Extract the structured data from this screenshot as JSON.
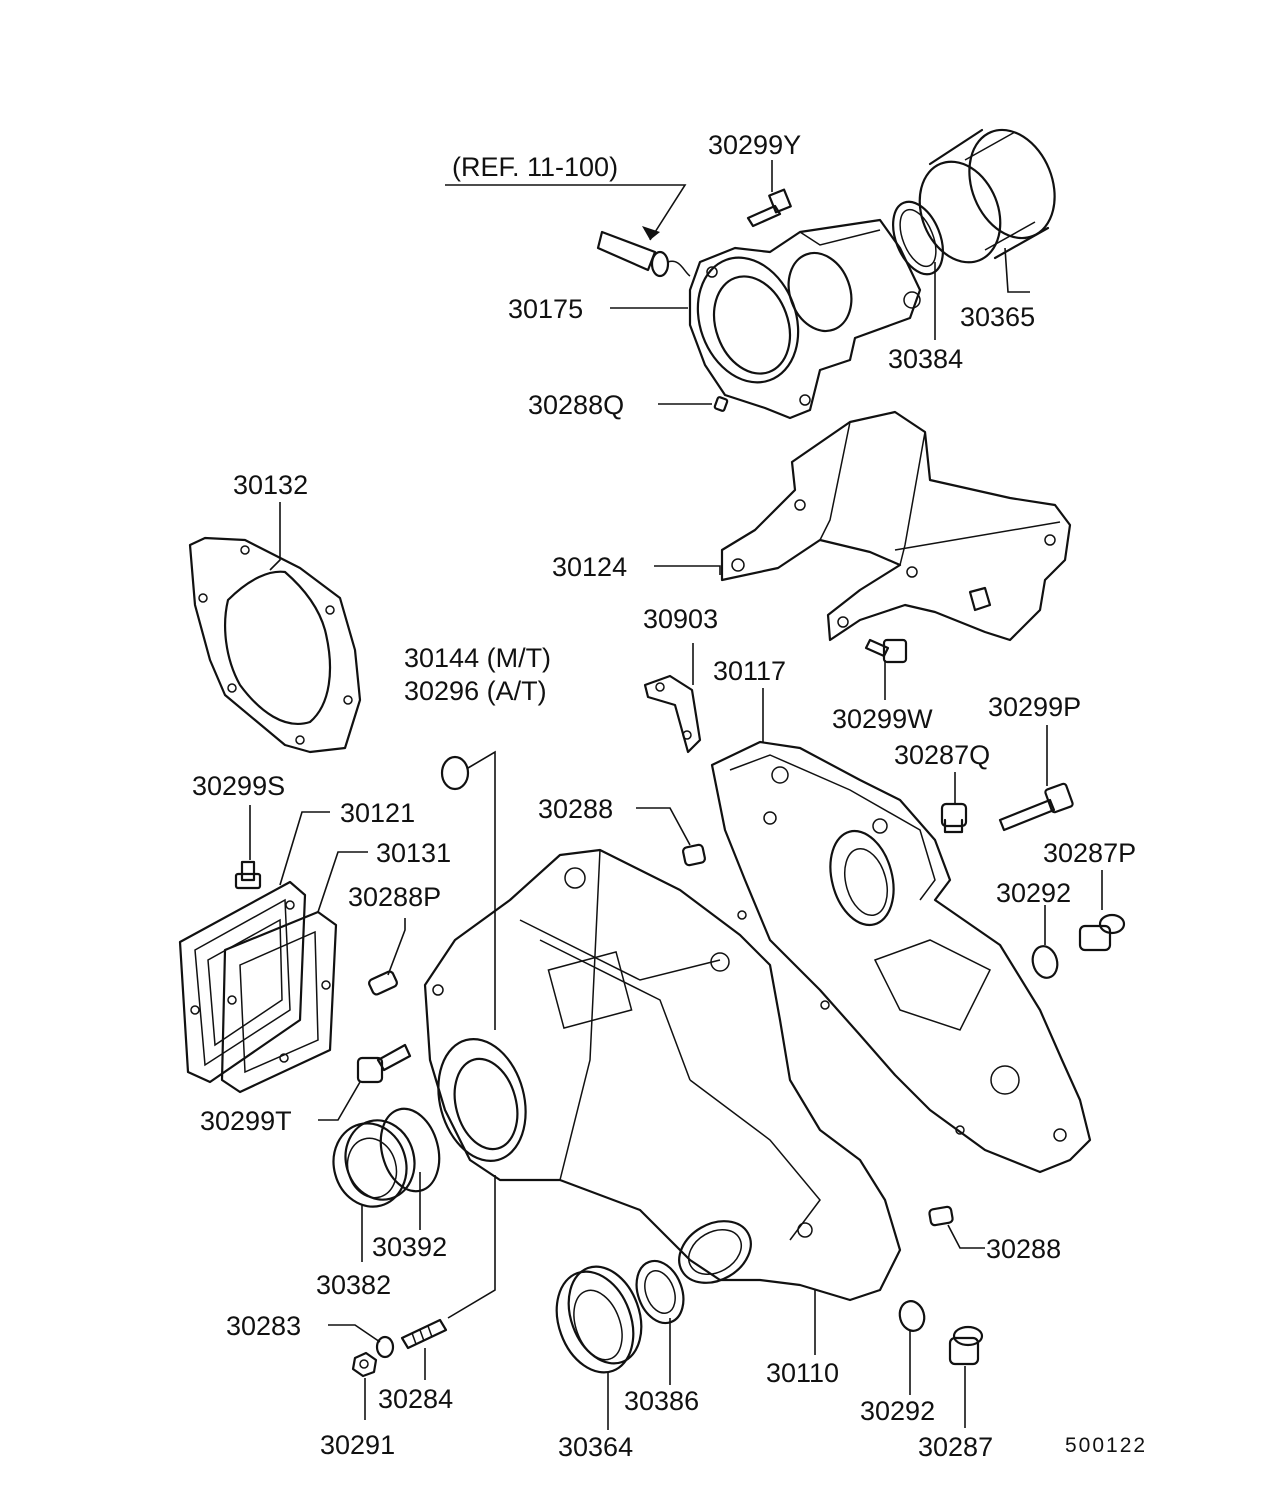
{
  "reference_note": "(REF. 11-100)",
  "parts": [
    {
      "id": "p30299Y",
      "label": "30299Y"
    },
    {
      "id": "p30175",
      "label": "30175"
    },
    {
      "id": "p30365",
      "label": "30365"
    },
    {
      "id": "p30384",
      "label": "30384"
    },
    {
      "id": "p30288Q",
      "label": "30288Q"
    },
    {
      "id": "p30132",
      "label": "30132"
    },
    {
      "id": "p30124",
      "label": "30124"
    },
    {
      "id": "p30903",
      "label": "30903"
    },
    {
      "id": "p30117",
      "label": "30117"
    },
    {
      "id": "p30144",
      "label": "30144 (M/T)"
    },
    {
      "id": "p30296",
      "label": "30296 (A/T)"
    },
    {
      "id": "p30299W",
      "label": "30299W"
    },
    {
      "id": "p30299P",
      "label": "30299P"
    },
    {
      "id": "p30287Q",
      "label": "30287Q"
    },
    {
      "id": "p30299S",
      "label": "30299S"
    },
    {
      "id": "p30121",
      "label": "30121"
    },
    {
      "id": "p30131",
      "label": "30131"
    },
    {
      "id": "p30288a",
      "label": "30288"
    },
    {
      "id": "p30287P",
      "label": "30287P"
    },
    {
      "id": "p30292a",
      "label": "30292"
    },
    {
      "id": "p30288P",
      "label": "30288P"
    },
    {
      "id": "p30299T",
      "label": "30299T"
    },
    {
      "id": "p30392",
      "label": "30392"
    },
    {
      "id": "p30382",
      "label": "30382"
    },
    {
      "id": "p30288b",
      "label": "30288"
    },
    {
      "id": "p30283",
      "label": "30283"
    },
    {
      "id": "p30284",
      "label": "30284"
    },
    {
      "id": "p30291",
      "label": "30291"
    },
    {
      "id": "p30364",
      "label": "30364"
    },
    {
      "id": "p30386",
      "label": "30386"
    },
    {
      "id": "p30110",
      "label": "30110"
    },
    {
      "id": "p30292b",
      "label": "30292"
    },
    {
      "id": "p30287",
      "label": "30287"
    }
  ],
  "diagram_code": "500122"
}
